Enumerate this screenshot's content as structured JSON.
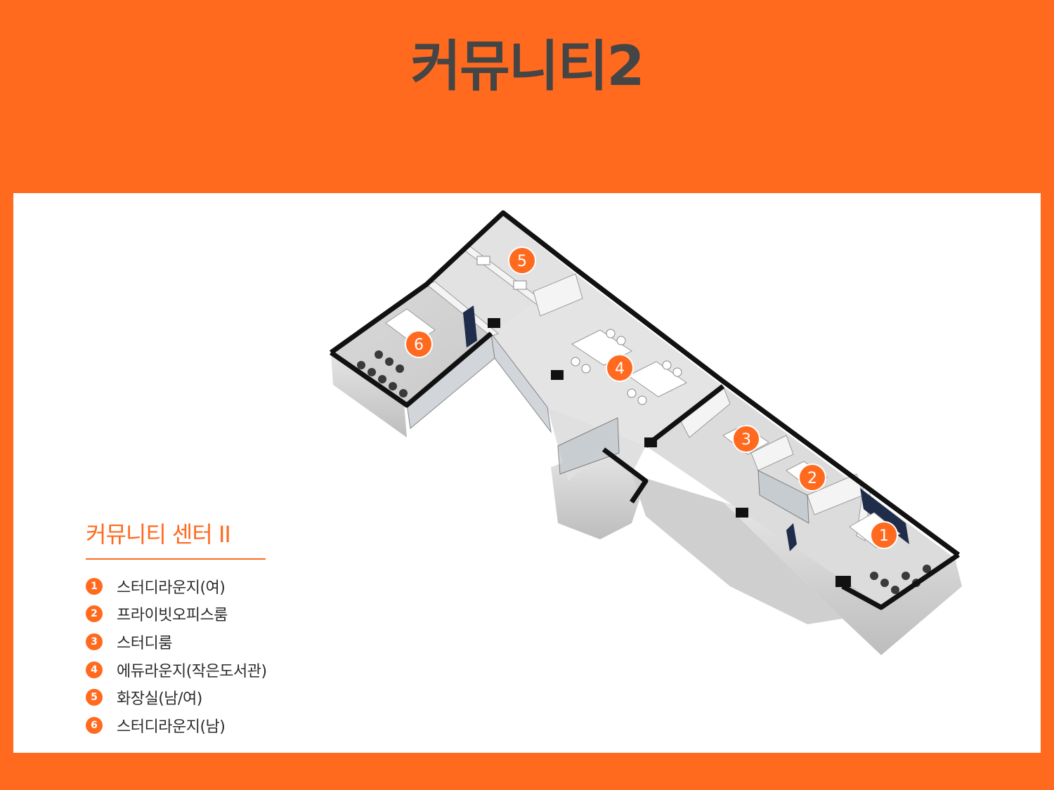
{
  "title": "커뮤니티2",
  "legend": {
    "title": "커뮤니티 센터  II",
    "items": [
      {
        "num": "1",
        "label": "스터디라운지(여)"
      },
      {
        "num": "2",
        "label": "프라이빗오피스룸"
      },
      {
        "num": "3",
        "label": "스터디룸"
      },
      {
        "num": "4",
        "label": "에듀라운지(작은도서관)"
      },
      {
        "num": "5",
        "label": "화장실(남/여)"
      },
      {
        "num": "6",
        "label": "스터디라운지(남)"
      }
    ]
  },
  "markers": [
    "1",
    "2",
    "3",
    "4",
    "5",
    "6"
  ],
  "colors": {
    "brand_orange": "#FF6A1F",
    "title_gray": "#454545",
    "wall_black": "#111111",
    "floor_gray": "#D9D9D9",
    "accent_navy": "#1F2D4A"
  }
}
